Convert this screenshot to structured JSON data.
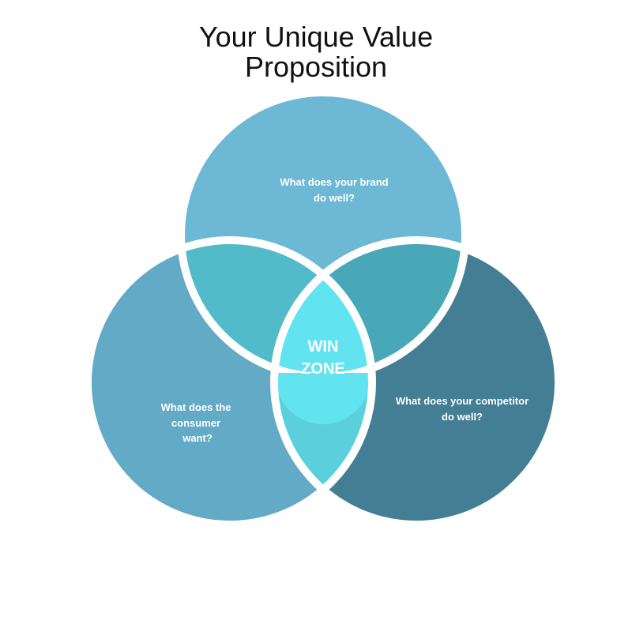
{
  "title": {
    "line1": "Your Unique Value",
    "line2": "Proposition"
  },
  "circles": {
    "top": {
      "label_line1": "What does your brand",
      "label_line2": "do well?",
      "color": "#6cb8d5"
    },
    "left": {
      "label_line1": "What does the",
      "label_line2": "consumer",
      "label_line3": "want?",
      "color": "#63aac6"
    },
    "right": {
      "label_line1": "What does your competitor",
      "label_line2": "do well?",
      "color": "#437e94"
    }
  },
  "overlaps": {
    "top_left": "#52bbc9",
    "top_right": "#49a8b7",
    "left_right": "#5bd0dc",
    "center": {
      "line1": "WIN",
      "line2": "ZONE",
      "color": "#62e3f0"
    }
  }
}
